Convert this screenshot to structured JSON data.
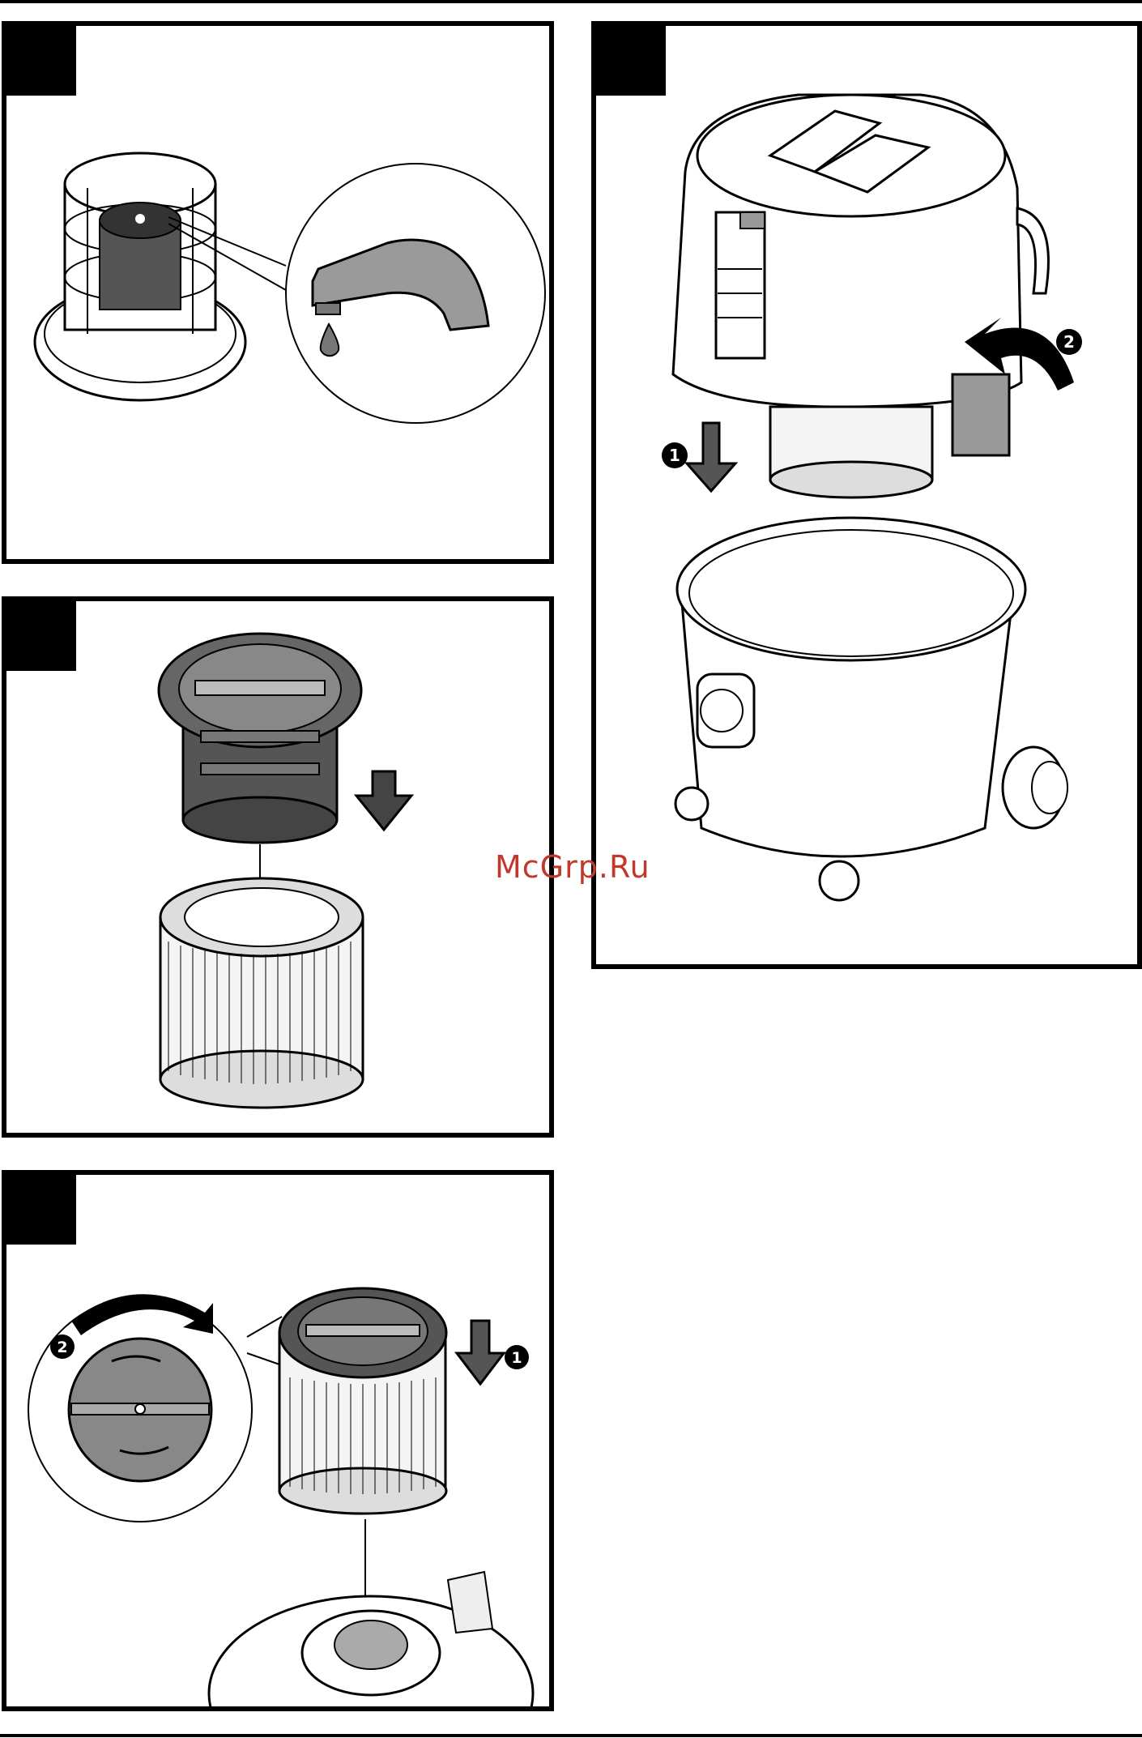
{
  "watermark": "McGrp.Ru",
  "panels": [
    {
      "id": "faucet-rinse"
    },
    {
      "id": "filter-remove"
    },
    {
      "id": "container-open",
      "step_1": "1",
      "step_2": "2"
    },
    {
      "id": "filter-install",
      "step_1": "1",
      "step_2": "2"
    }
  ]
}
